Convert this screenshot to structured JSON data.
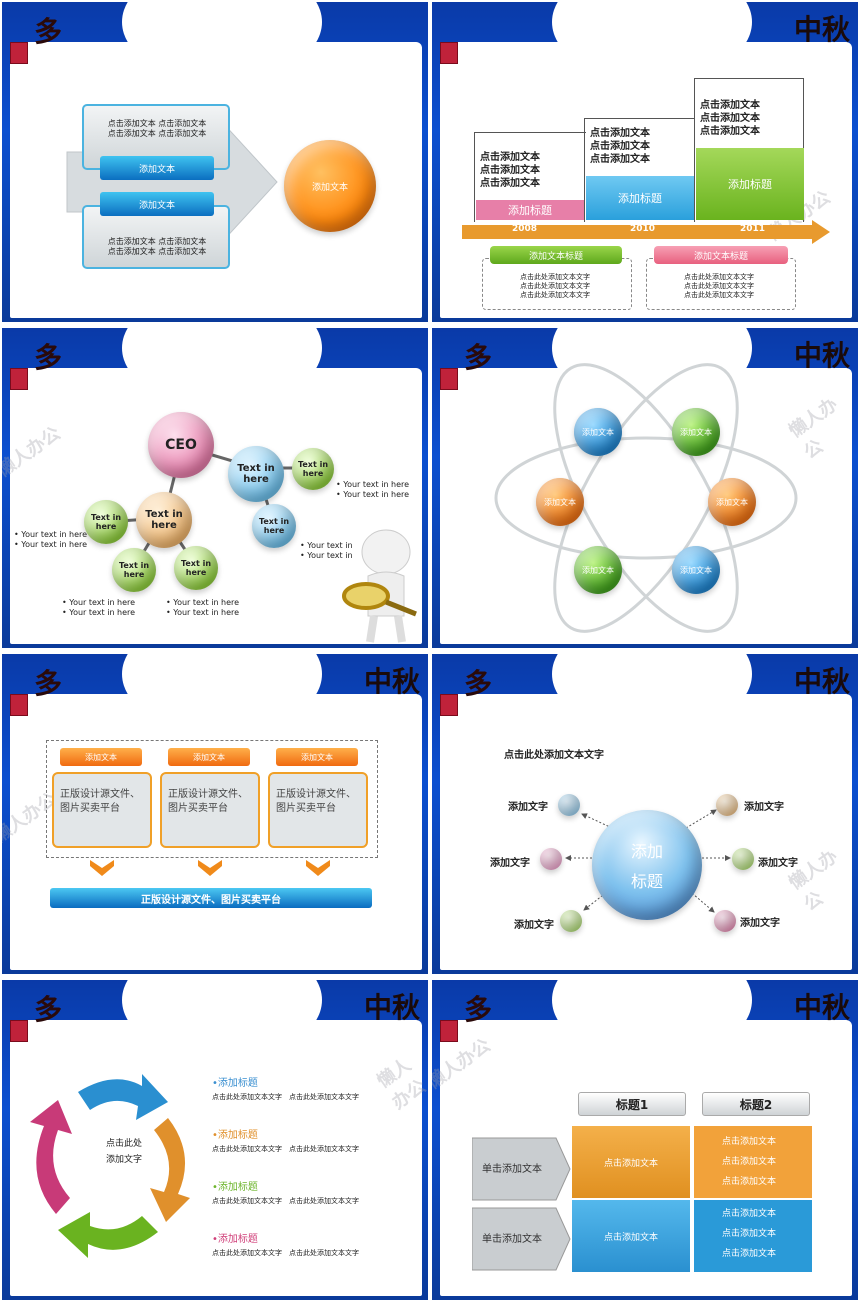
{
  "decor": {
    "brush_left": "多",
    "brush_right": "中秋",
    "watermark": "懒人办公"
  },
  "s1": {
    "top_lines": [
      "点击添加文本 点击添加文本",
      "点击添加文本 点击添加文本"
    ],
    "bottom_lines": [
      "点击添加文本 点击添加文本",
      "点击添加文本 点击添加文本"
    ],
    "btn1": "添加文本",
    "btn2": "添加文本",
    "circle": "添加文本"
  },
  "s2": {
    "cols": [
      {
        "title": "添加标题",
        "year": "2008",
        "lines": [
          "点击添加文本",
          "点击添加文本",
          "点击添加文本"
        ],
        "color": "#e77fa8"
      },
      {
        "title": "添加标题",
        "year": "2010",
        "lines": [
          "点击添加文本",
          "点击添加文本",
          "点击添加文本"
        ],
        "color": "#38a8e0"
      },
      {
        "title": "添加标题",
        "year": "2011",
        "lines": [
          "点击添加文本",
          "点击添加文本",
          "点击添加文本"
        ],
        "color": "#7fc12c"
      }
    ],
    "boxes": [
      {
        "title": "添加文本标题",
        "lines": [
          "点击此处添加文本文字",
          "点击此处添加文本文字",
          "点击此处添加文本文字"
        ],
        "color": "#6db52c"
      },
      {
        "title": "添加文本标题",
        "lines": [
          "点击此处添加文本文字",
          "点击此处添加文本文字",
          "点击此处添加文本文字"
        ],
        "color": "#ec6f8c"
      }
    ]
  },
  "s3": {
    "ceo": "CEO",
    "hub1": "Text in here",
    "hub2": "Text in here",
    "small": [
      "Text in here",
      "Text in here",
      "Text in here",
      "Text in here",
      "Text in here"
    ],
    "bullets": [
      "• Your text in here",
      "• Your text in here"
    ]
  },
  "s4": {
    "label": "添加文本"
  },
  "s5": {
    "tab": "添加文本",
    "body": "正版设计源文件、图片买卖平台",
    "bar": "正版设计源文件、图片买卖平台"
  },
  "s6": {
    "title": "点击此处添加文本文字",
    "center_1": "添加",
    "center_2": "标题",
    "item": "添加文字"
  },
  "s7": {
    "center_1": "点击此处",
    "center_2": "添加文字",
    "items": [
      {
        "title": "•添加标题",
        "color": "#3a8fd0"
      },
      {
        "title": "•添加标题",
        "color": "#e0902c"
      },
      {
        "title": "•添加标题",
        "color": "#6db52c"
      },
      {
        "title": "•添加标题",
        "color": "#d0407a"
      }
    ],
    "line": "点击此处添加文本文字　点击此处添加文本文字"
  },
  "s8": {
    "head1": "标题1",
    "head2": "标题2",
    "row_label": "单击添加文本",
    "cell": "点击添加文本",
    "list": [
      "点击添加文本",
      "点击添加文本",
      "点击添加文本"
    ]
  }
}
